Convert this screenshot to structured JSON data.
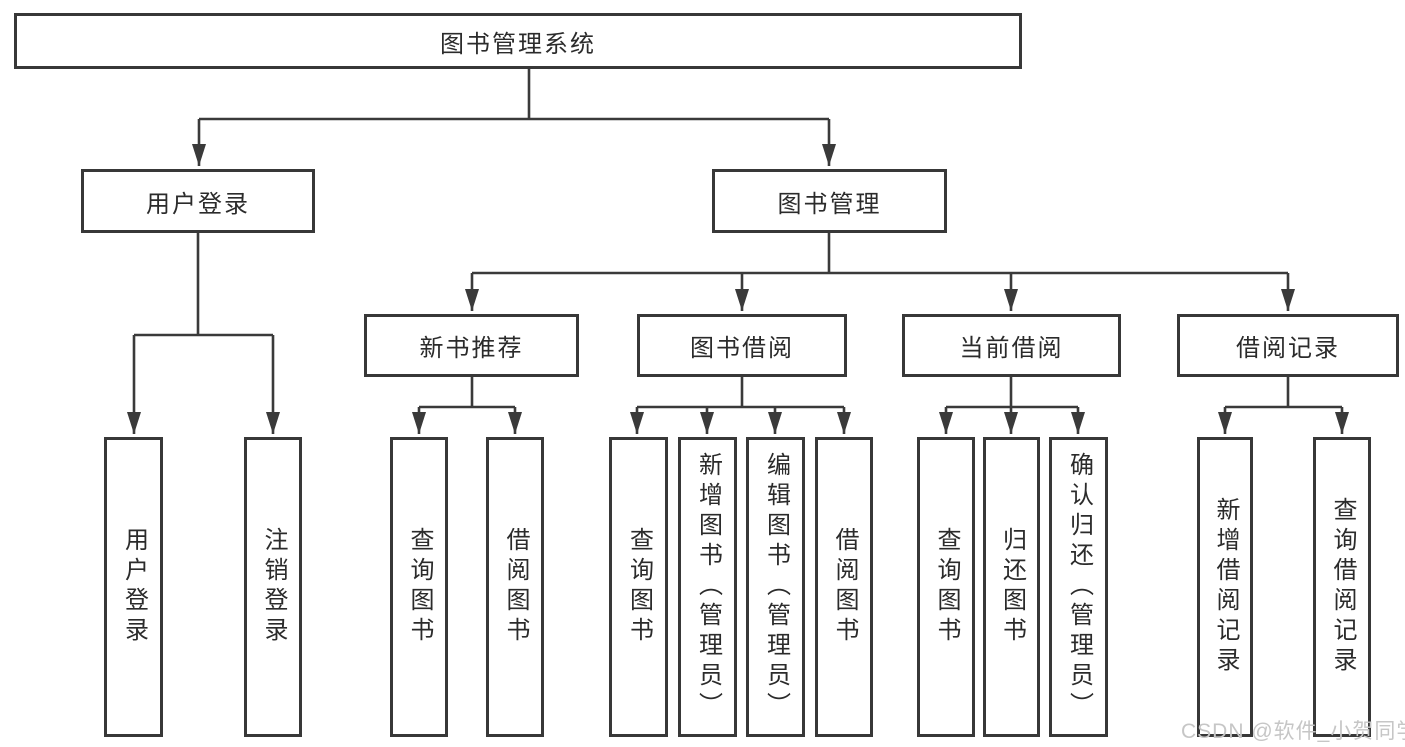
{
  "diagram": {
    "tree": {
      "root": {
        "label": "图书管理系统"
      },
      "level2": [
        {
          "label": "用户登录",
          "children": [
            {
              "label": "用户登录"
            },
            {
              "label": "注销登录"
            }
          ]
        },
        {
          "label": "图书管理",
          "children": [
            {
              "label": "新书推荐",
              "children": [
                {
                  "label": "查询图书"
                },
                {
                  "label": "借阅图书"
                }
              ]
            },
            {
              "label": "图书借阅",
              "children": [
                {
                  "label": "查询图书"
                },
                {
                  "label": "新增图书（管理员）"
                },
                {
                  "label": "编辑图书（管理员）"
                },
                {
                  "label": "借阅图书"
                }
              ]
            },
            {
              "label": "当前借阅",
              "children": [
                {
                  "label": "查询图书"
                },
                {
                  "label": "归还图书"
                },
                {
                  "label": "确认归还（管理员）"
                }
              ]
            },
            {
              "label": "借阅记录",
              "children": [
                {
                  "label": "新增借阅记录"
                },
                {
                  "label": "查询借阅记录"
                }
              ]
            }
          ]
        }
      ]
    },
    "watermark": "CSDN @软件_小贺同学",
    "colors": {
      "line": "#3a3a3a",
      "border": "#383838",
      "text": "#2b2b2b",
      "watermark": "#c6c6c6",
      "background": "#ffffff"
    }
  }
}
